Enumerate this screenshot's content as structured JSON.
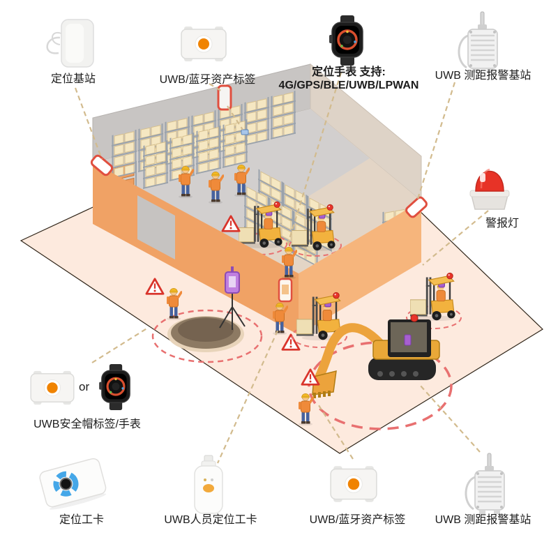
{
  "labels": {
    "anchor_station": "定位基站",
    "asset_tag_top": "UWB/蓝牙资产标签",
    "watch_line1": "定位手表 支持:",
    "watch_line2": "4G/GPS/BLE/UWB/LPWAN",
    "ranging_station_top": "UWB 测距报警基站",
    "alarm_light": "警报灯",
    "helmet_tag": "UWB安全帽标签/手表",
    "or_text": "or",
    "work_card": "定位工卡",
    "personnel_card": "UWB人员定位工卡",
    "asset_tag_bottom": "UWB/蓝牙资产标签",
    "ranging_station_bottom": "UWB 测距报警基站"
  },
  "colors": {
    "accent_orange": "#F08300",
    "alarm_red": "#E8352A",
    "connector_tan": "#D2BB8E",
    "safety_zone_red": "#E87070",
    "wall_orange": "#F0A265",
    "ground_peach": "#FDEADE",
    "machine_yellow": "#F2B23E",
    "device_purple": "#A75FD0",
    "helmet_yellow": "#F2B824",
    "worker_orange": "#EF8A3A",
    "jeans_blue": "#46629E"
  },
  "icons": {
    "top_left": "anchor-station-icon",
    "top": "asset-tag-icon",
    "top_center": "smart-watch-icon",
    "top_right": "ranging-station-icon",
    "right": "alarm-light-icon",
    "mid_left_tag": "asset-tag-icon",
    "mid_left_watch": "smart-watch-icon",
    "bottom_left": "work-card-icon",
    "bottom_badge": "personnel-card-icon",
    "bottom_tag": "asset-tag-icon",
    "bottom_right": "ranging-station-icon"
  }
}
